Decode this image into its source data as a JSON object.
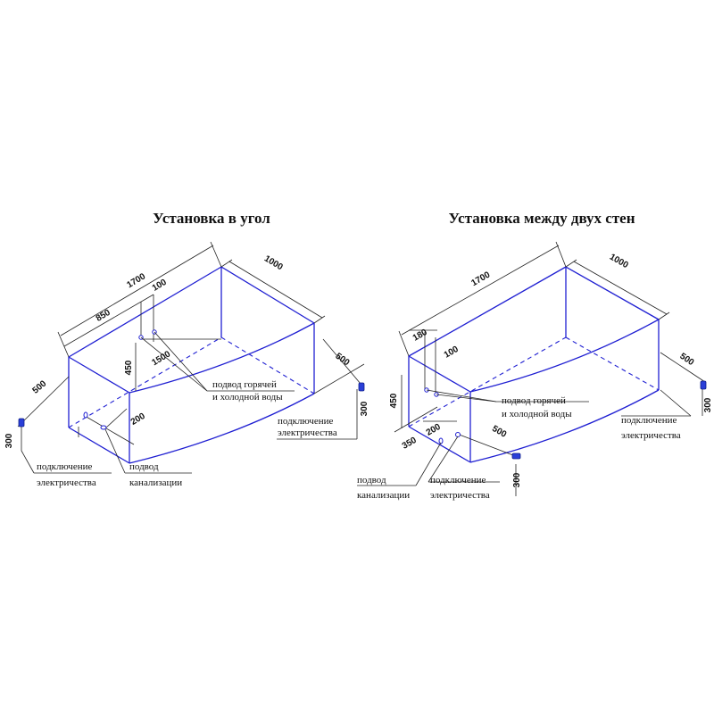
{
  "left": {
    "title": "Установка в угол",
    "dims": {
      "d1700": "1700",
      "d1000": "1000",
      "d850": "850",
      "d100": "100",
      "d1500": "1500",
      "d450": "450",
      "d500a": "500",
      "d200": "200",
      "d500b": "500",
      "d300a": "300",
      "d300b": "300"
    },
    "labels": {
      "water1": "подвод горячей",
      "water2": "и холодной воды",
      "elecR1": "подключение",
      "elecR2": "электричества",
      "elecL1": "подключение",
      "elecL2": "электричества",
      "drain1": "подвод",
      "drain2": "канализации"
    }
  },
  "right": {
    "title": "Установка между двух стен",
    "dims": {
      "d1700": "1700",
      "d1000": "1000",
      "d180": "180",
      "d100": "100",
      "d450": "450",
      "d500a": "500",
      "d300a": "300",
      "d350": "350",
      "d200": "200",
      "d500b": "500",
      "d300b": "300"
    },
    "labels": {
      "water1": "подвод горячей",
      "water2": "и холодной воды",
      "elecR1": "подключение",
      "elecR2": "электричества",
      "drain1": "подвод",
      "drain2": "канализации",
      "elecB1": "подключение",
      "elecB2": "электричества"
    }
  }
}
